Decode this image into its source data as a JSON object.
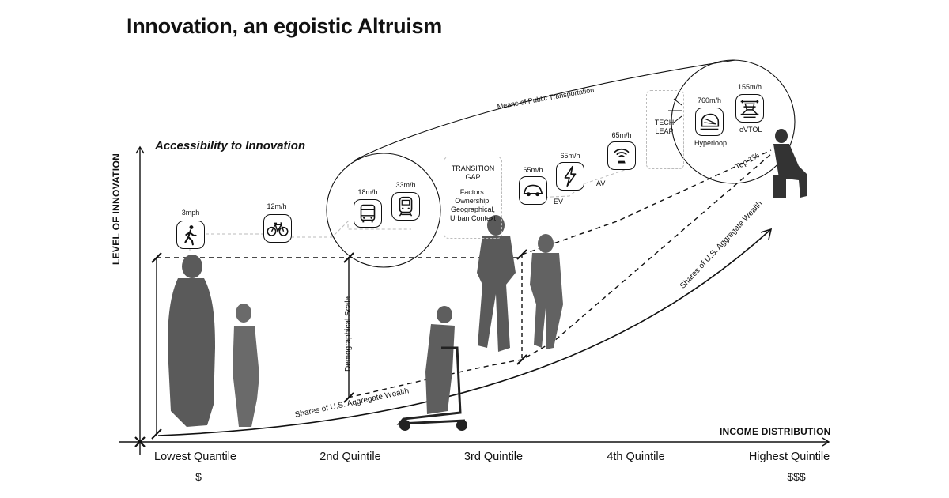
{
  "title": "Innovation, an egoistic Altruism",
  "subtitle": "Accessibility to Innovation",
  "axes": {
    "y_label": "LEVEL OF INNOVATION",
    "x_label": "INCOME DISTRIBUTION"
  },
  "quintiles": [
    "Lowest Quantile",
    "2nd Quintile",
    "3rd Quintile",
    "4th Quintile",
    "Highest Quintile"
  ],
  "currency": {
    "low": "$",
    "high": "$$$"
  },
  "curve_labels": {
    "wealth_lower": "Shares of U.S. Aggregate Wealth",
    "wealth_upper": "Shares of U.S. Aggregate Wealth",
    "public_transport": "Means of Public Transportation",
    "demographical": "Demographical Scale",
    "top": "Top 1%"
  },
  "modes": {
    "walk": {
      "speed": "3mph",
      "icon": "walking-person-icon"
    },
    "bike": {
      "speed": "12m/h",
      "icon": "bicycle-icon"
    },
    "bus": {
      "speed": "18m/h",
      "icon": "bus-icon"
    },
    "train": {
      "speed": "33m/h",
      "icon": "train-icon"
    },
    "car": {
      "speed": "65m/h",
      "label": "EV",
      "icon": "car-icon"
    },
    "charge": {
      "speed": "65m/h",
      "icon": "lightning-icon"
    },
    "av": {
      "speed": "65m/h",
      "label": "AV",
      "icon": "wireless-car-icon"
    },
    "hyperloop": {
      "speed": "760m/h",
      "label": "Hyperloop",
      "icon": "hyperloop-icon"
    },
    "evtol": {
      "speed": "155m/h",
      "label": "eVTOL",
      "icon": "drone-icon"
    }
  },
  "transition_gap": {
    "title_1": "TRANSITION",
    "title_2": "GAP",
    "f1": "Factors:",
    "f2": "Ownership,",
    "f3": "Geographical,",
    "f4": "Urban Context"
  },
  "tech_leap": {
    "line1": "TECH",
    "line2": "LEAP"
  },
  "colors": {
    "ink": "#111111",
    "dash_light": "#bbbbbb",
    "figure": "#4a4a4a"
  }
}
